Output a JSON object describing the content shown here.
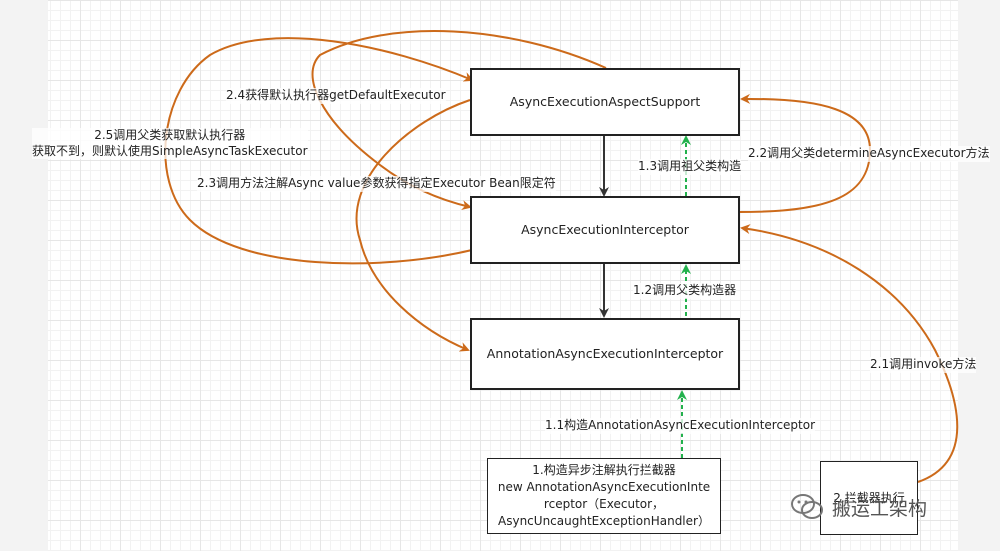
{
  "nodes": {
    "aspect_support": "AsyncExecutionAspectSupport",
    "interceptor": "AsyncExecutionInterceptor",
    "annotation_interceptor": "AnnotationAsyncExecutionInterceptor",
    "construct_lines": [
      "1.构造异步注解执行拦截器",
      "new AnnotationAsyncExecutionInte",
      "rceptor（Executor，",
      "AsyncUncaughtExceptionHandler）"
    ],
    "intercept_exec": "2.拦截器执行"
  },
  "labels": {
    "step_1_1": "1.1构造AnnotationAsyncExecutionInterceptor",
    "step_1_2": "1.2调用父类构造器",
    "step_1_3": "1.3调用祖父类构造",
    "step_2_1": "2.1调用invoke方法",
    "step_2_2": "2.2调用父类determineAsyncExecutor方法",
    "step_2_3": "2.3调用方法注解Async value参数获得指定Executor Bean限定符",
    "step_2_4": "2.4获得默认执行器getDefaultExecutor",
    "step_2_5_line1": "2.5调用父类获取默认执行器",
    "step_2_5_line2": "获取不到，则默认使用SimpleAsyncTaskExecutor"
  },
  "watermark": "搬运工架构",
  "colors": {
    "orange_arrow": "#cc6a1a",
    "green_arrow": "#22b14c",
    "black_arrow": "#333333"
  }
}
